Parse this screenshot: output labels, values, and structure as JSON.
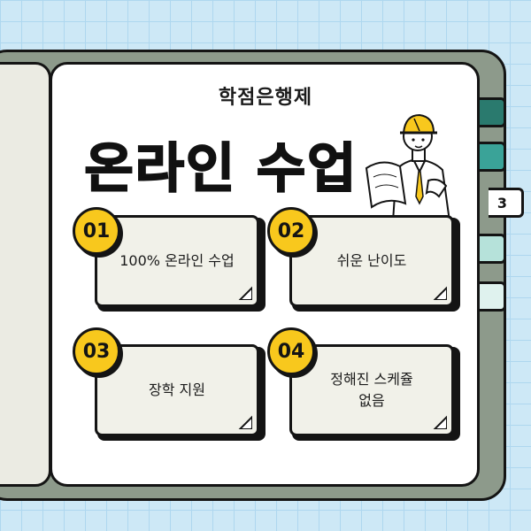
{
  "header": {
    "subtitle": "학점은행제",
    "title": "온라인 수업"
  },
  "page_tab": {
    "number": "3"
  },
  "cards": [
    {
      "number": "01",
      "text": "100% 온라인 수업"
    },
    {
      "number": "02",
      "text": "쉬운 난이도"
    },
    {
      "number": "03",
      "text": "장학 지원"
    },
    {
      "number": "04",
      "text": "정해진 스케쥴 없음"
    }
  ],
  "illustration": {
    "icon": "construction-worker-holding-blueprint"
  },
  "colors": {
    "background": "#cde8f6",
    "grid": "#aed7ef",
    "cover": "#8d9a8b",
    "page": "#ffffff",
    "card": "#f1f1e9",
    "badge": "#f8c81d",
    "tab_dark": "#2a7a6e",
    "tab_mid": "#3aa398",
    "tab_light": "#b6e2da",
    "tab_pale": "#dff2ee"
  }
}
